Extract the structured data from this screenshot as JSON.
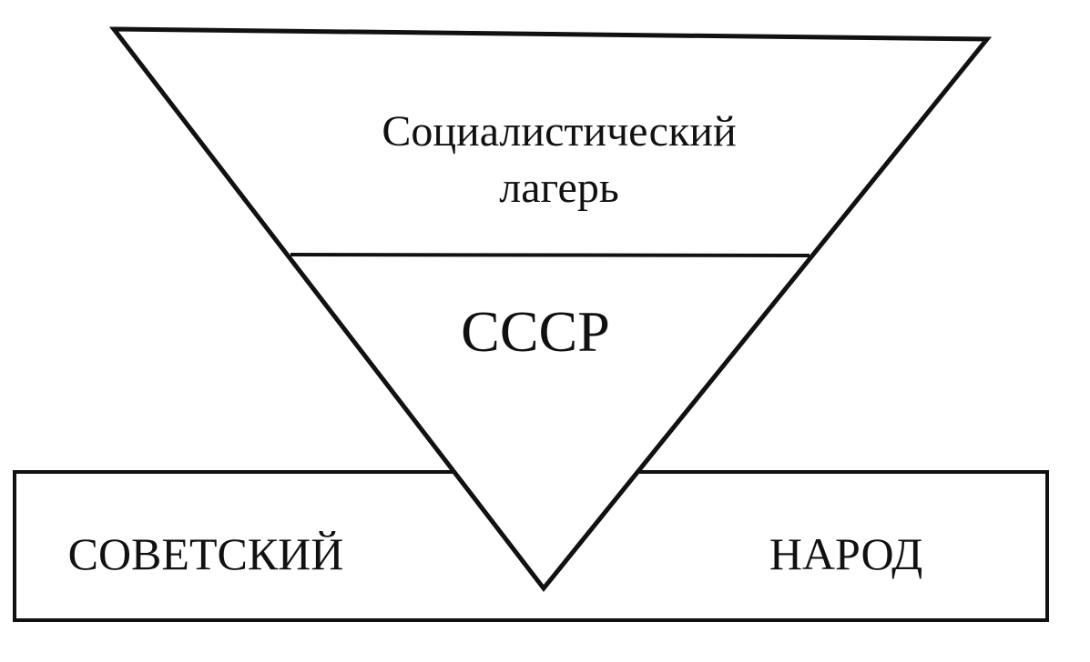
{
  "diagram": {
    "top_section": {
      "line1": "Социалистический",
      "line2": "лагерь"
    },
    "middle_section": {
      "label": "СССР"
    },
    "base_bar": {
      "left_label": "СОВЕТСКИЙ",
      "right_label": "НАРОД"
    }
  },
  "colors": {
    "stroke": "#111111",
    "background": "#ffffff"
  }
}
